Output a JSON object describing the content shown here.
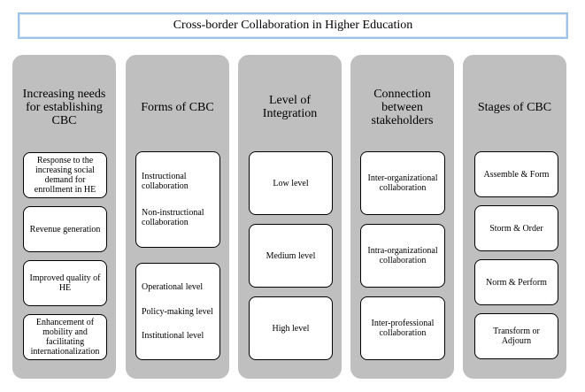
{
  "title": "Cross-border Collaboration in Higher Education",
  "columns": [
    {
      "title": "Increasing needs for establishing CBC",
      "items": [
        "Response to the increasing social demand for enrollment in HE",
        "Revenue generation",
        "Improved quality of HE",
        "Enhancement of mobility and facilitating internationalization"
      ]
    },
    {
      "title": "Forms of CBC",
      "groups": [
        [
          "Instructional collaboration",
          "Non-instructional collaboration"
        ],
        [
          "Operational level",
          "Policy-making level",
          "Institutional level"
        ]
      ]
    },
    {
      "title": "Level of Integration",
      "items": [
        "Low level",
        "Medium level",
        "High level"
      ]
    },
    {
      "title": "Connection between stakeholders",
      "items": [
        "Inter-organizational collaboration",
        "Intra-organizational collaboration",
        "Inter-professional collaboration"
      ]
    },
    {
      "title": "Stages of CBC",
      "items": [
        "Assemble & Form",
        "Storm & Order",
        "Norm & Perform",
        "Transform or Adjourn"
      ]
    }
  ]
}
